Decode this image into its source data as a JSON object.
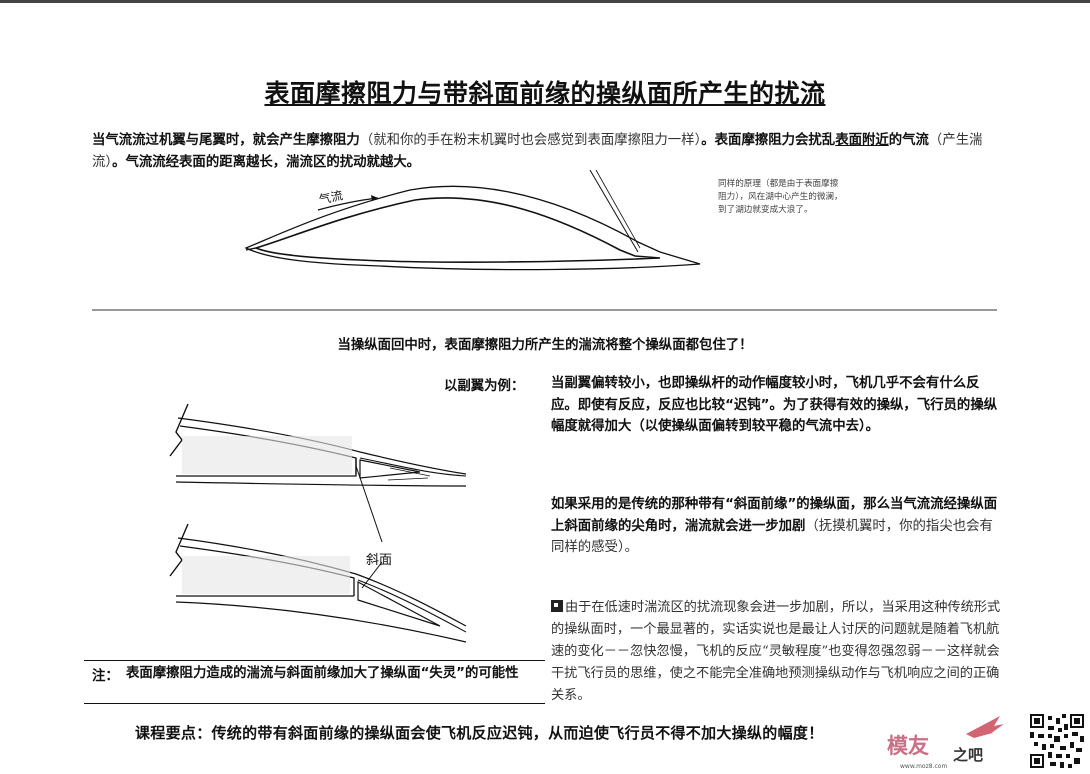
{
  "title": "表面摩擦阻力与带斜面前缘的操纵面所产生的扰流",
  "intro": {
    "s1": "当气流流过机翼与尾翼时，就会产生摩擦阻力",
    "s2": "（就和你的手在粉末机翼时也会感觉到表面摩擦阻力一样）",
    "s3": "。表面摩擦阻力会扰乱",
    "s4": "表面附近",
    "s5": "的气流",
    "s6": "（产生湍流）",
    "s7": "。气流流经表面的距离越长，湍流区的扰动就越大。"
  },
  "figure1": {
    "airflow_label": "气流"
  },
  "side_note": "同样的原理（都是由于表面摩擦阻力），风在湖中心产生的微澜，到了湖边就变成大浪了。",
  "sub_heading": "当操纵面回中时，表面摩擦阻力所产生的湍流将整个操纵面都包住了！",
  "example_label": "以副翼为例：",
  "paragraph1": "当副翼偏转较小，也即操纵杆的动作幅度较小时，飞机几乎不会有什么反应。即使有反应，反应也比较“迟钝”。为了获得有效的操纵，飞行员的操纵幅度就得加大（以使操纵面偏转到较平稳的气流中去）。",
  "paragraph2": {
    "bold": "如果采用的是传统的那种带有“斜面前缘”的操纵面，那么当气流流经操纵面上斜面前缘的尖角时，湍流就会进一步加剧",
    "normal": "（抚摸机翼时，你的指尖也会有同样的感受）。"
  },
  "paragraph3": "由于在低速时湍流区的扰流现象会进一步加剧，所以，当采用这种传统形式的操纵面时，一个最显著的，实话实说也是最让人讨厌的问题就是随着飞机航速的变化－－忽快忽慢，飞机的反应“灵敏程度”也变得忽强忽弱－－这样就会干扰飞行员的思维，使之不能完全准确地预测操纵动作与飞机响应之间的正确关系。",
  "figure2": {
    "bevel_label": "斜面"
  },
  "note": {
    "label": "注：",
    "text": "表面摩擦阻力造成的湍流与斜面前缘加大了操纵面“失灵”的可能性"
  },
  "footer": "课程要点：传统的带有斜面前缘的操纵面会使飞机反应迟钝，从而迫使飞行员不得不加大操纵的幅度！",
  "watermark": {
    "logo_text": "模友",
    "logo_sub": "之吧",
    "url": "www.moz8.com"
  },
  "colors": {
    "text": "#111111",
    "watermark": "#c96f86",
    "rule": "#999999"
  }
}
